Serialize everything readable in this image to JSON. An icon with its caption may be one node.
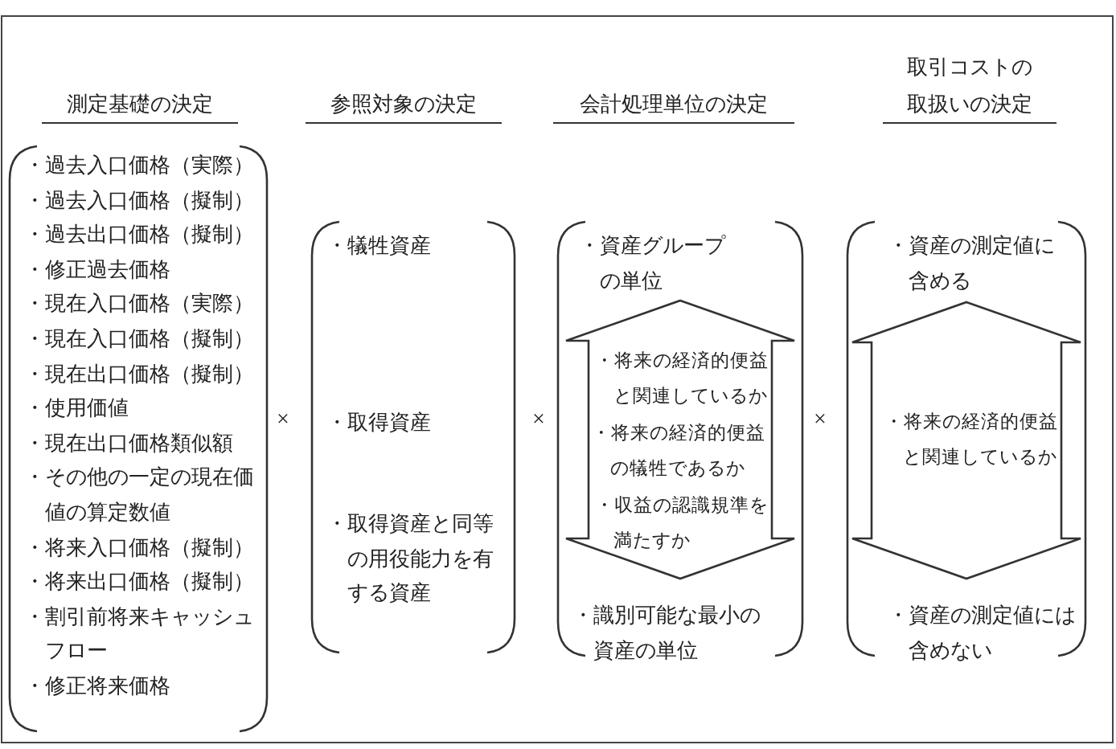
{
  "diagram": {
    "nodes": [
      {
        "text": [
          "・過去入口価格（実際）",
          "・過去入口価格（擬制）",
          "・過去出口価格（擬制）",
          "・修正過去価格",
          "・現在入口価格（実際）",
          "・現在入口価格（擬制）",
          "・現在出口価格（擬制）",
          "・使用価値",
          "・現在出口価格類似額",
          "・その他の一定の現在価値の算定数値",
          "・将来入口価格（擬制）",
          "・将来出口価格（擬制）",
          "・割引前将来キャッシュフロー",
          "・修正将来価格"
        ]
      },
      {
        "text": [
          "・犠牲資産",
          "・取得資産",
          "・取得資産と同等の用役能力を有する資産"
        ]
      },
      {
        "text": [
          "・資産グループの単位",
          "・識別可能な最小の資産の単位"
        ]
      },
      {
        "text": [
          "・将来の経済的便益と関連しているか",
          "・将来の経済的便益の犠牲であるか",
          "・収益の認識規準を満たすか"
        ],
        "in": 2
      },
      {
        "text": [
          "・資産の測定値に含める",
          "・資産の測定値には含めない"
        ]
      },
      {
        "text": [
          "・将来の経済的便益と関連しているか"
        ],
        "in": 4
      }
    ],
    "labels": [
      "測定基礎の決定",
      "参照対象の決定",
      "会計処理単位の決定",
      "取引コストの取扱いの決定",
      "×",
      "×",
      "×"
    ]
  }
}
